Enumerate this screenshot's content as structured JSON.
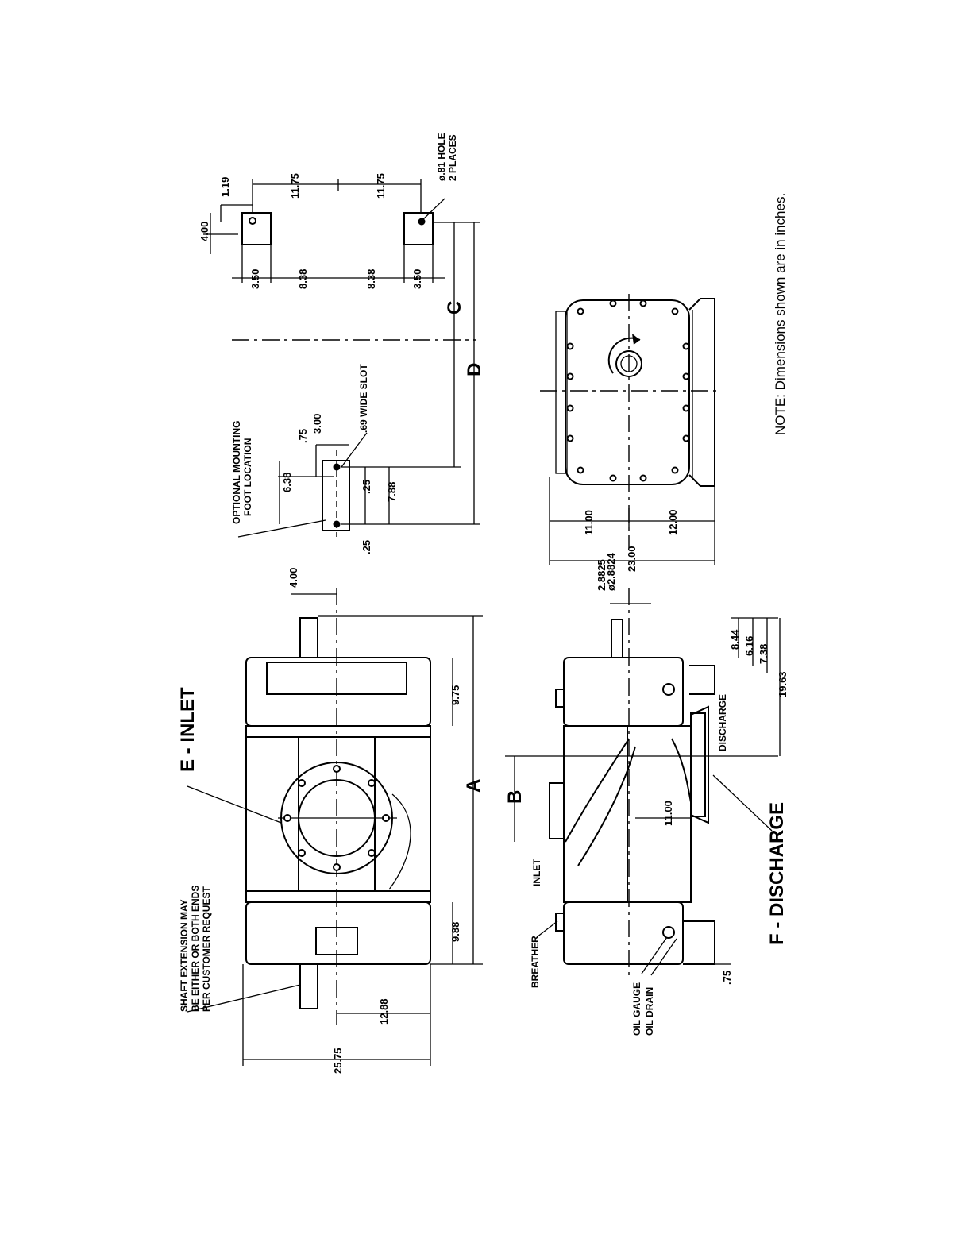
{
  "note": "NOTE:  Dimensions shown are in inches.",
  "labels": {
    "inlet": "E - INLET",
    "discharge_title": "F - DISCHARGE",
    "shaft_ext_1": "SHAFT EXTENSION MAY",
    "shaft_ext_2": "BE EITHER OR BOTH ENDS",
    "shaft_ext_3": "PER CUSTOMER REQUEST",
    "mount_1": "OPTIONAL MOUNTING",
    "mount_2": "FOOT LOCATION",
    "slot": ".69 WIDE SLOT",
    "hole_1": "ø.81 HOLE",
    "hole_2": "2 PLACES",
    "inlet_small": "INLET",
    "discharge_small": "DISCHARGE",
    "breather": "BREATHER",
    "oil_gauge": "OIL GAUGE",
    "oil_drain": "OIL DRAIN",
    "dim_A": "A",
    "dim_B": "B",
    "dim_C": "C",
    "dim_D": "D"
  },
  "dims": {
    "d_4_00_top": "4.00",
    "d_1_19": "1.19",
    "d_11_75a": "11.75",
    "d_11_75b": "11.75",
    "d_3_50a": "3.50",
    "d_8_38a": "8.38",
    "d_8_38b": "8.38",
    "d_3_50b": "3.50",
    "d_6_38": "6.38",
    "d_75": ".75",
    "d_3_00": "3.00",
    "d_25a": ".25",
    "d_25b": ".25",
    "d_7_88": "7.88",
    "d_11_00_end": "11.00",
    "d_12_00": "12.00",
    "d_23_00": "23.00",
    "d_4_00_shaft": "4.00",
    "d_9_75": "9.75",
    "d_9_88": "9.88",
    "d_12_88": "12.88",
    "d_25_75": "25.75",
    "d_2_8825": "2.8825",
    "d_2_8824": "ø2.8824",
    "d_8_44": "8.44",
    "d_6_16": "6.16",
    "d_7_38": "7.38",
    "d_19_63": "19.63",
    "d_11_00_side": "11.00",
    "d_75_foot": ".75"
  }
}
